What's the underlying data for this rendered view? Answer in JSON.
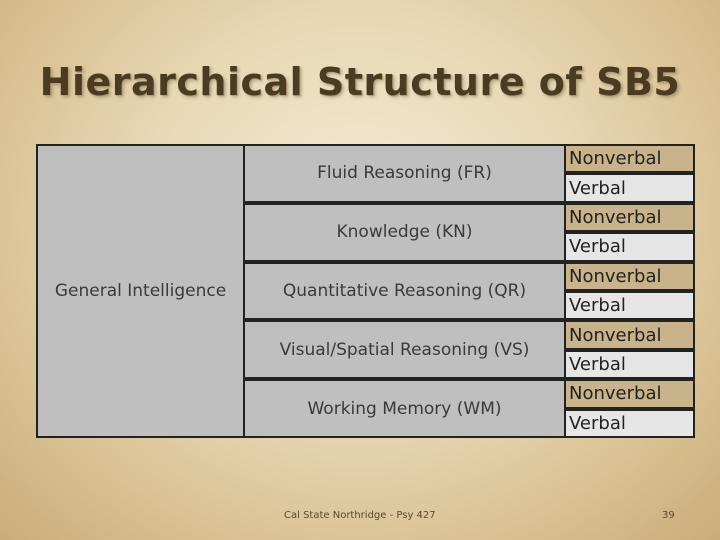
{
  "slide": {
    "title": "Hierarchical Structure of SB5",
    "footer": "Cal State Northridge - Psy 427",
    "page_number": "39"
  },
  "diagram": {
    "root": "General Intelligence",
    "factors": [
      {
        "label": "Fluid Reasoning (FR)",
        "domains": [
          "Nonverbal",
          "Verbal"
        ]
      },
      {
        "label": "Knowledge (KN)",
        "domains": [
          "Nonverbal",
          "Verbal"
        ]
      },
      {
        "label": "Quantitative Reasoning (QR)",
        "domains": [
          "Nonverbal",
          "Verbal"
        ]
      },
      {
        "label": "Visual/Spatial Reasoning (VS)",
        "domains": [
          "Nonverbal",
          "Verbal"
        ]
      },
      {
        "label": "Working Memory (WM)",
        "domains": [
          "Nonverbal",
          "Verbal"
        ]
      }
    ],
    "colors": {
      "gray_cell": "#bfbfbf",
      "nonverbal_cell": "#c8b38a",
      "verbal_cell": "#e6e6e6",
      "border": "#222222"
    }
  }
}
